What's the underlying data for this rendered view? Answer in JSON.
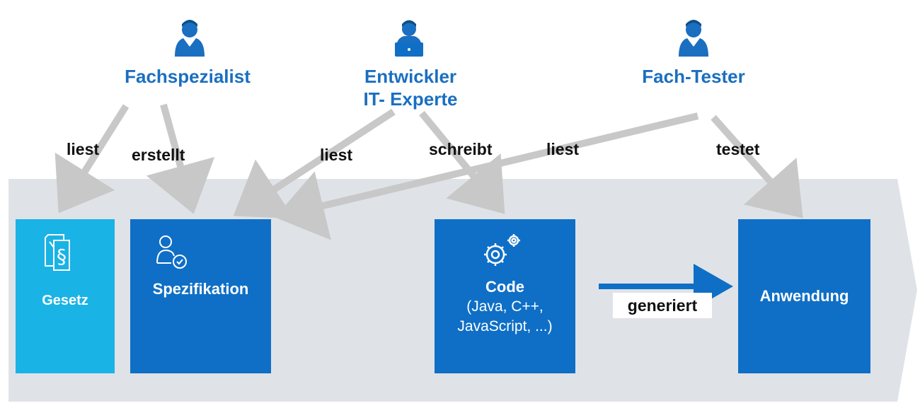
{
  "roles": {
    "fachspezialist": "Fachspezialist",
    "entwickler_line1": "Entwickler",
    "entwickler_line2": "IT- Experte",
    "fachtester": "Fach-Tester"
  },
  "edges": {
    "liest_gesetz": "liest",
    "erstellt": "erstellt",
    "liest_entwickler": "liest",
    "schreibt": "schreibt",
    "liest_tester": "liest",
    "testet": "testet",
    "generiert": "generiert"
  },
  "boxes": {
    "gesetz": "Gesetz",
    "spezifikation": "Spezifikation",
    "code_title": "Code",
    "code_sub1": "(Java, C++,",
    "code_sub2": "JavaScript, ...)",
    "anwendung": "Anwendung"
  },
  "colors": {
    "band": "#dfe3e8",
    "box_dark": "#0f6fc6",
    "box_light": "#19b3e6",
    "role_text": "#1a6fc0",
    "arrow_gray": "#c8c8c8",
    "arrow_blue": "#0f6fc6"
  },
  "icons": {
    "fachspezialist": "person-icon",
    "entwickler": "developer-laptop-icon",
    "fachtester": "tester-person-icon",
    "gesetz": "law-document-icon",
    "spezifikation": "user-check-icon",
    "code": "gears-icon"
  }
}
